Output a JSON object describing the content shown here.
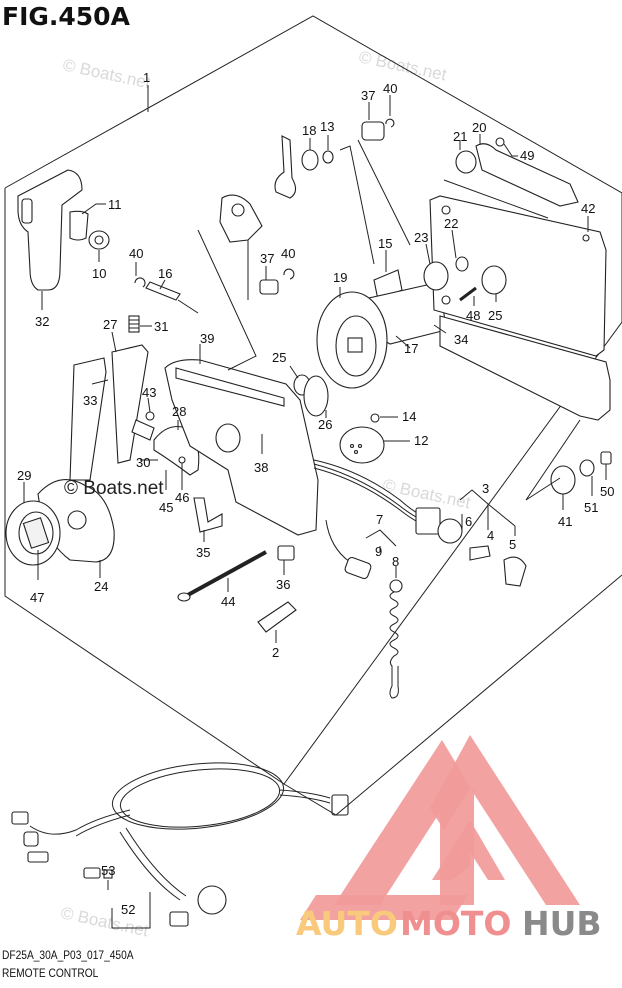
{
  "figure": {
    "title": "FIG.450A",
    "code": "DF25A_30A_P03_017_450A",
    "name": "REMOTE CONTROL"
  },
  "watermarks": {
    "boats": "© Boats.net"
  },
  "logo": {
    "part1": "AUTO",
    "part2": "MOTO",
    "part3": "HUB",
    "color1": "#f9c97c",
    "color2": "#f08f8f",
    "color3": "#8a8a8a",
    "mark_color": "#f29a9a"
  },
  "callouts": {
    "c1": "1",
    "c2": "2",
    "c3": "3",
    "c4": "4",
    "c5": "5",
    "c6": "6",
    "c7": "7",
    "c8": "8",
    "c9": "9",
    "c10": "10",
    "c11": "11",
    "c12": "12",
    "c13": "13",
    "c14": "14",
    "c15": "15",
    "c16": "16",
    "c17": "17",
    "c18": "18",
    "c19": "19",
    "c20": "20",
    "c21": "21",
    "c22": "22",
    "c23": "23",
    "c24": "24",
    "c25a": "25",
    "c25b": "25",
    "c26": "26",
    "c27": "27",
    "c28": "28",
    "c29": "29",
    "c30": "30",
    "c31": "31",
    "c32": "32",
    "c33": "33",
    "c34": "34",
    "c35": "35",
    "c36": "36",
    "c37a": "37",
    "c37b": "37",
    "c38": "38",
    "c39": "39",
    "c40a": "40",
    "c40b": "40",
    "c40c": "40",
    "c41": "41",
    "c42": "42",
    "c43": "43",
    "c44": "44",
    "c45": "45",
    "c46": "46",
    "c47": "47",
    "c48": "48",
    "c49": "49",
    "c50": "50",
    "c51": "51",
    "c52": "52",
    "c53": "53"
  }
}
